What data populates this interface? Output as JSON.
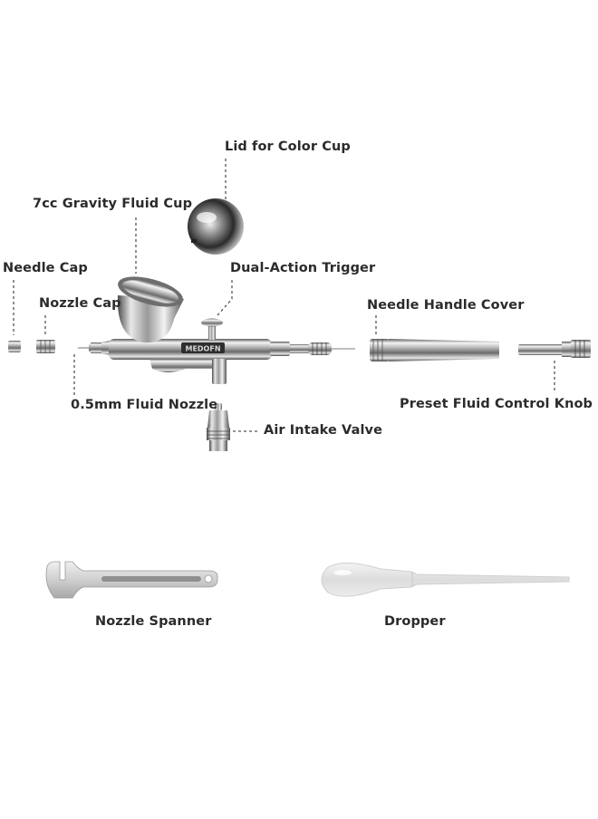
{
  "labels": {
    "lid_for_color_cup": "Lid for Color Cup",
    "gravity_fluid_cup": "7cc Gravity Fluid Cup",
    "needle_cap": "Needle Cap",
    "nozzle_cap": "Nozzle Cap",
    "dual_action_trigger": "Dual-Action Trigger",
    "needle_handle_cover": "Needle Handle Cover",
    "fluid_nozzle": "0.5mm Fluid Nozzle",
    "preset_fluid_control_knob": "Preset Fluid Control Knob",
    "air_intake_valve": "Air Intake Valve",
    "nozzle_spanner": "Nozzle Spanner",
    "dropper": "Dropper"
  },
  "brand_text": "MEDOFN",
  "colors": {
    "label_text": "#2b2b2b",
    "leader_line": "#555555",
    "chrome_light": "#f2f2f2",
    "chrome_dark": "#3a3a3a",
    "background": "#ffffff"
  }
}
